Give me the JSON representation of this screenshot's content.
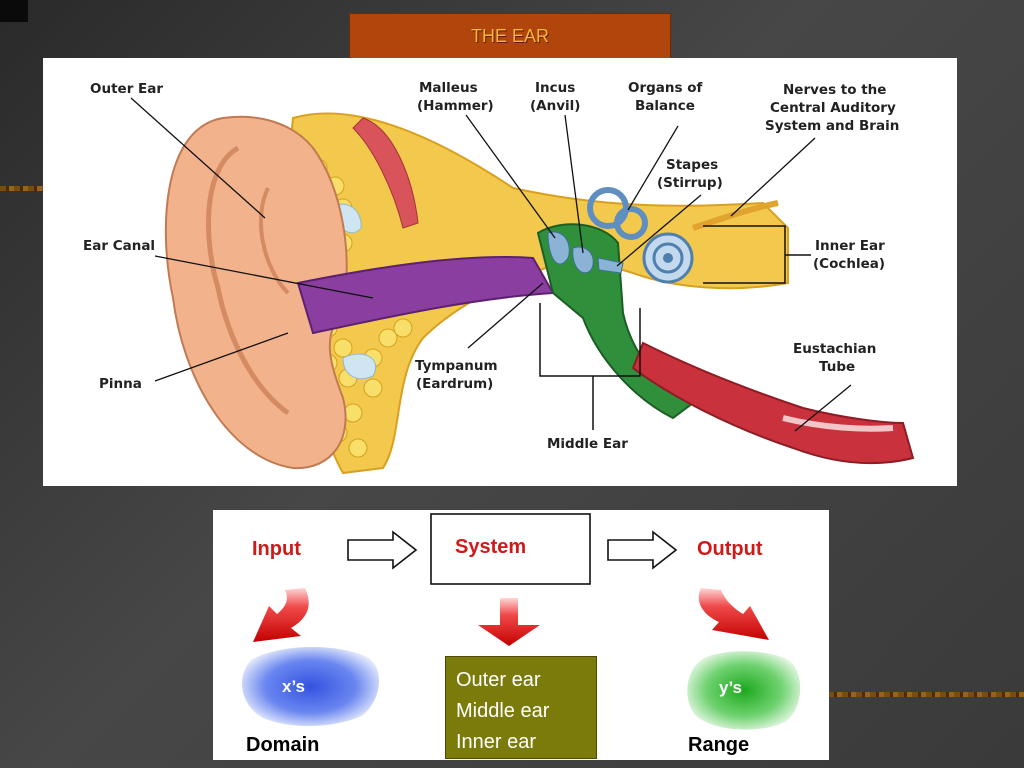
{
  "slide": {
    "title": "THE EAR",
    "colors": {
      "title_bg": "#b0460c",
      "title_text": "#ffb43c",
      "list_bg": "#7b7b0c"
    }
  },
  "ear_diagram": {
    "labels": {
      "outer_ear": "Outer Ear",
      "ear_canal": "Ear Canal",
      "pinna": "Pinna",
      "malleus": [
        "Malleus",
        "(Hammer)"
      ],
      "incus": [
        "Incus",
        "(Anvil)"
      ],
      "organs_of_balance": [
        "Organs of",
        "Balance"
      ],
      "nerves": [
        "Nerves to the",
        "Central Auditory",
        "System and Brain"
      ],
      "stapes": [
        "Stapes",
        "(Stirrup)"
      ],
      "inner_ear": [
        "Inner Ear",
        "(Cochlea)"
      ],
      "eustachian_tube": [
        "Eustachian",
        "Tube"
      ],
      "tympanum": [
        "Tympanum",
        "(Eardrum)"
      ],
      "middle_ear": "Middle Ear"
    }
  },
  "flow": {
    "input": "Input",
    "system": "System",
    "output": "Output",
    "domain_blob": "x’s",
    "domain": "Domain",
    "range_blob": "y’s",
    "range": "Range",
    "system_parts": [
      "Outer ear",
      "Middle ear",
      "Inner ear"
    ]
  }
}
